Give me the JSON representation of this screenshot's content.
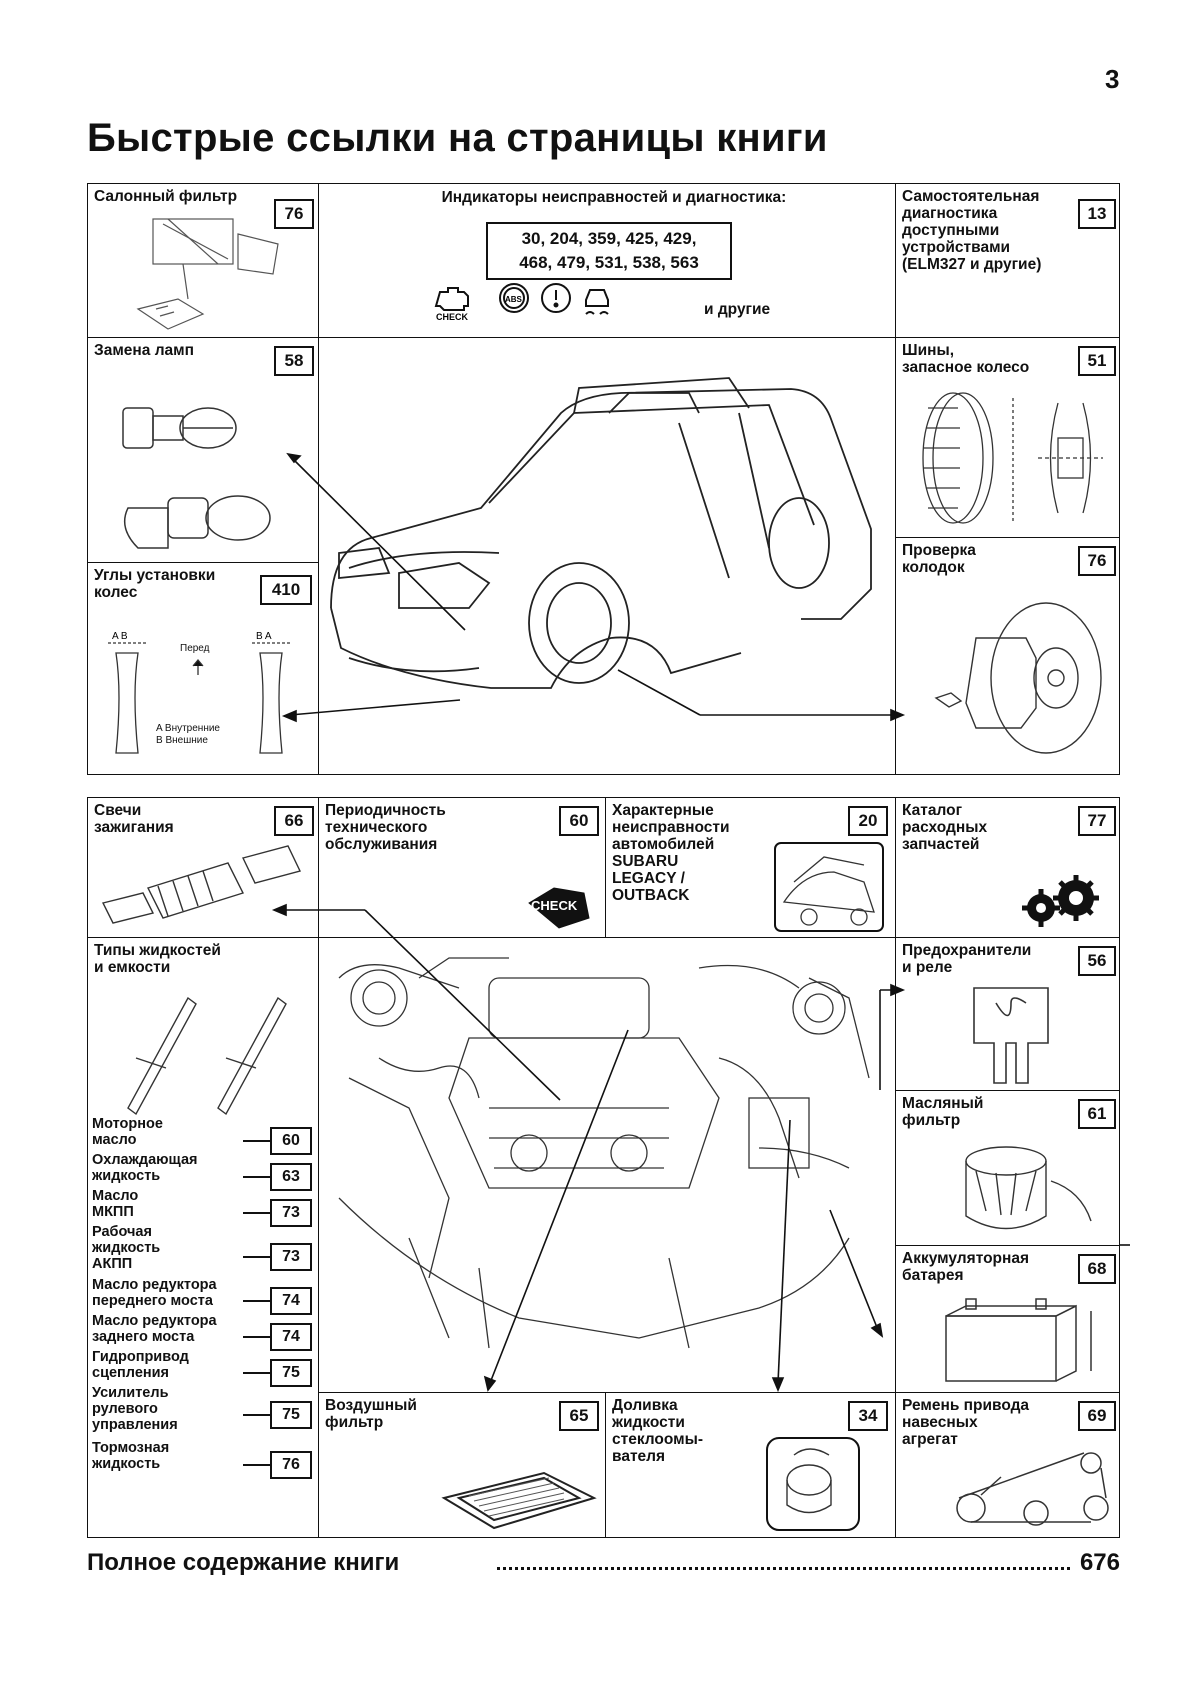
{
  "page_number": "3",
  "title": "Быстрые ссылки на страницы книги",
  "top_section": {
    "cabin_filter": {
      "label": "Салонный фильтр",
      "page": "76"
    },
    "indicators": {
      "label": "Индикаторы неисправностей и диагностика:",
      "codes": "30, 204, 359, 425, 429,\n468, 479, 531, 538, 563",
      "other": "и другие",
      "check_text": "CHECK"
    },
    "self_diagnostics": {
      "label": "Самостоятельная\nдиагностика\nдоступными\nустройствами\n(ELM327 и другие)",
      "page": "13"
    },
    "lamps": {
      "label": "Замена ламп",
      "page": "58"
    },
    "tires": {
      "label": "Шины,\nзапасное колесо",
      "page": "51"
    },
    "wheel_alignment": {
      "label": "Углы установки\nколес",
      "page": "410",
      "front": "Перед",
      "legend": "A  Внутренние\nB  Внешние"
    },
    "brake_pads": {
      "label": "Проверка\nколодок",
      "page": "76"
    }
  },
  "bottom_section": {
    "spark_plugs": {
      "label": "Свечи\nзажигания",
      "page": "66"
    },
    "maintenance": {
      "label": "Периодичность\nтехнического\nобслуживания",
      "page": "60"
    },
    "features": {
      "label": "Характерные\nнеисправности\nавтомобилей\nSUBARU\nLEGACY /\nOUTBACK",
      "page": "20"
    },
    "parts_catalog": {
      "label": "Каталог\nрасходных\nзапчастей",
      "page": "77"
    },
    "fluids": {
      "label": "Типы жидкостей\nи емкости",
      "items": [
        {
          "name": "Моторное\nмасло",
          "page": "60"
        },
        {
          "name": "Охлаждающая\nжидкость",
          "page": "63"
        },
        {
          "name": "Масло\nМКПП",
          "page": "73"
        },
        {
          "name": "Рабочая\nжидкость\nАКПП",
          "page": "73"
        },
        {
          "name": "Масло редуктора\nпереднего моста",
          "page": "74"
        },
        {
          "name": "Масло редуктора\nзаднего моста",
          "page": "74"
        },
        {
          "name": "Гидропривод\nсцепления",
          "page": "75"
        },
        {
          "name": "Усилитель\nрулевого\nуправления",
          "page": "75"
        },
        {
          "name": "Тормозная\nжидкость",
          "page": "76"
        }
      ]
    },
    "fuses": {
      "label": "Предохранители\nи реле",
      "page": "56"
    },
    "oil_filter": {
      "label": "Масляный\nфильтр",
      "page": "61"
    },
    "battery": {
      "label": "Аккумуляторная\nбатарея",
      "page": "68"
    },
    "air_filter": {
      "label": "Воздушный\nфильтр",
      "page": "65"
    },
    "washer": {
      "label": "Доливка\nжидкости\nстеклоомы-\nвателя",
      "page": "34"
    },
    "belt": {
      "label": "Ремень привода\nнавесных\nагрегат",
      "page": "69"
    }
  },
  "footer": {
    "label": "Полное содержание книги",
    "page": "676"
  }
}
